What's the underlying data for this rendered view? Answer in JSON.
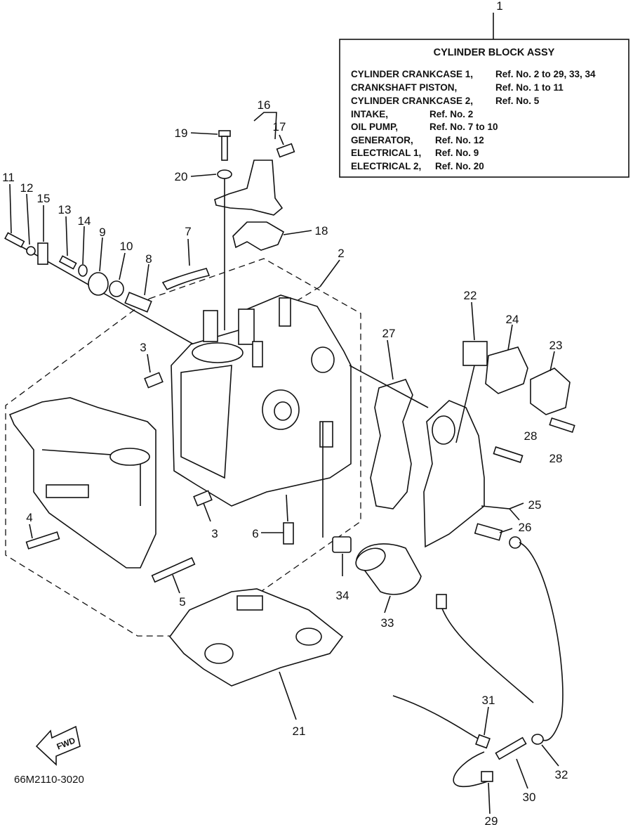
{
  "title_box": {
    "ref": "1",
    "heading": "CYLINDER BLOCK ASSY",
    "rows": [
      {
        "name": "CYLINDER CRANKCASE 1,",
        "ref": "Ref. No. 2 to 29, 33, 34"
      },
      {
        "name": "CRANKSHAFT PISTON,",
        "ref": "Ref. No. 1 to 11"
      },
      {
        "name": "CYLINDER CRANKCASE 2,",
        "ref": "Ref. No. 5"
      },
      {
        "name": "INTAKE,",
        "ref": "Ref. No. 2"
      },
      {
        "name": "OIL PUMP,",
        "ref": "Ref. No. 7 to 10"
      },
      {
        "name": "GENERATOR,",
        "ref": "Ref. No. 12"
      },
      {
        "name": "ELECTRICAL 1,",
        "ref": "Ref. No. 9"
      },
      {
        "name": "ELECTRICAL 2,",
        "ref": "Ref. No. 20"
      }
    ]
  },
  "callouts": [
    "2",
    "3",
    "3",
    "4",
    "5",
    "6",
    "7",
    "8",
    "9",
    "10",
    "11",
    "12",
    "13",
    "14",
    "15",
    "16",
    "17",
    "18",
    "19",
    "20",
    "21",
    "22",
    "23",
    "24",
    "25",
    "26",
    "27",
    "28",
    "28",
    "29",
    "30",
    "31",
    "32",
    "33",
    "34"
  ],
  "fwd_label": "FWD",
  "diagram_code": "66M2110-3020"
}
